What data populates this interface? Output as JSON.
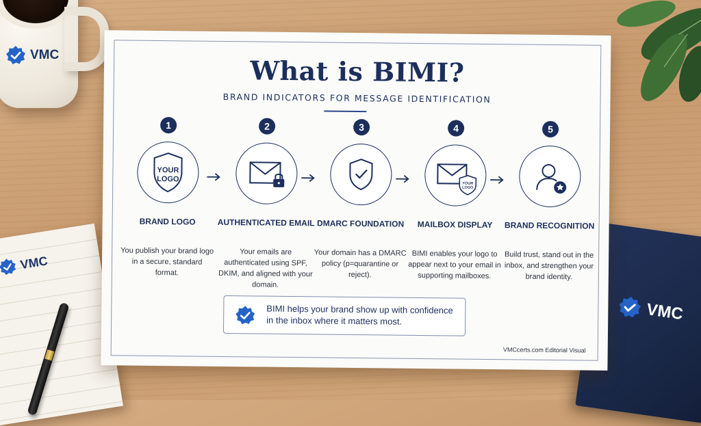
{
  "title": "What is BIMI?",
  "subtitle": "BRAND INDICATORS FOR MESSAGE IDENTIFICATION",
  "steps": [
    {
      "number": "1",
      "title": "BRAND LOGO",
      "icon": "shield-logo-icon",
      "icon_text_line1": "YOUR",
      "icon_text_line2": "LOGO",
      "description": "You publish your brand logo in a secure, standard format."
    },
    {
      "number": "2",
      "title": "AUTHENTICATED EMAIL",
      "icon": "envelope-lock-icon",
      "description": "Your emails are authenticated using SPF, DKIM, and aligned with your domain."
    },
    {
      "number": "3",
      "title": "DMARC FOUNDATION",
      "icon": "shield-check-icon",
      "description": "Your domain has a DMARC policy (p=quarantine or reject)."
    },
    {
      "number": "4",
      "title": "MAILBOX DISPLAY",
      "icon": "envelope-logo-icon",
      "icon_text_line1": "YOUR",
      "icon_text_line2": "LOGO",
      "description": "BIMI enables your logo to appear next to your email in supporting mailboxes."
    },
    {
      "number": "5",
      "title": "BRAND RECOGNITION",
      "icon": "user-star-icon",
      "description": "Build trust, stand out in the inbox, and strengthen your brand identity."
    }
  ],
  "callout": {
    "text": "BIMI helps your brand show up with confidence in the inbox where it matters most."
  },
  "credit": "VMCcerts.com Editorial Visual",
  "props": {
    "mug_brand": "VMC",
    "notepad_brand": "VMC",
    "book_brand": "VMC"
  },
  "colors": {
    "navy": "#1c2f5c",
    "badge_blue": "#2563c9",
    "wood": "#c89b6f",
    "paper": "#fbfbfa"
  }
}
